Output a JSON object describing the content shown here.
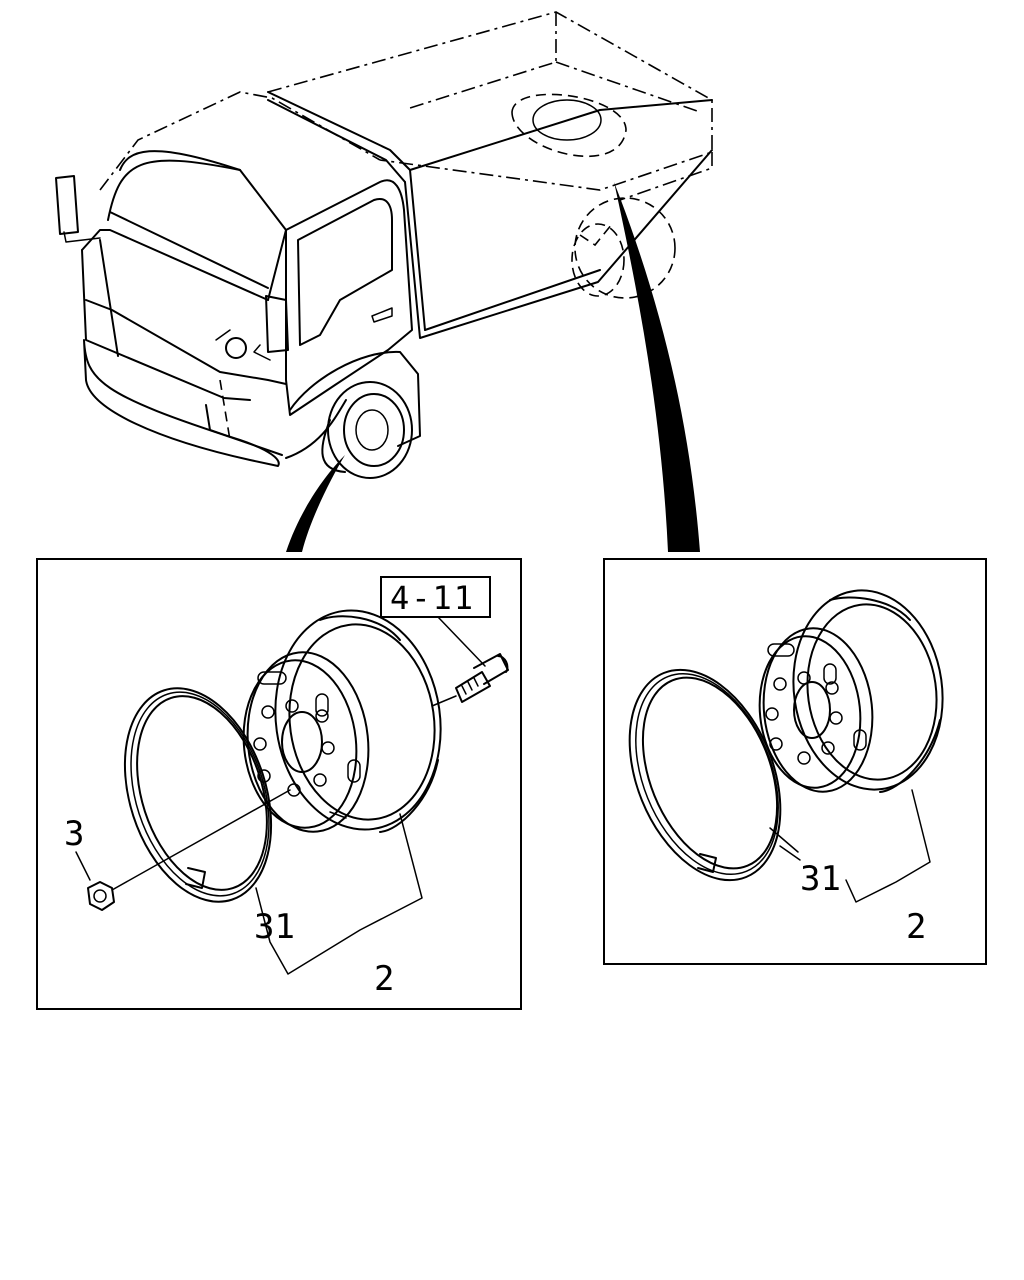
{
  "ref_box_label": "4-11",
  "left_panel": {
    "callouts": {
      "nut": "3",
      "ring": "31",
      "wheel_assembly": "2"
    }
  },
  "right_panel": {
    "callouts": {
      "ring": "31",
      "wheel_assembly": "2"
    }
  }
}
